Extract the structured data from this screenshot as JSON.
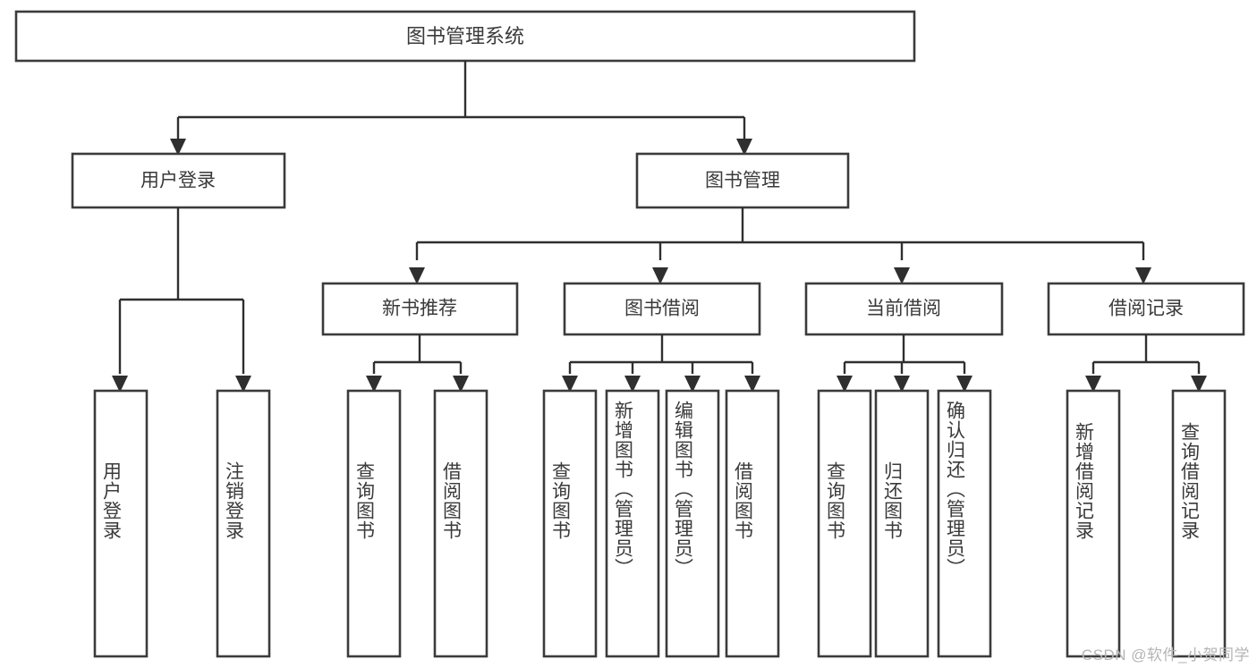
{
  "diagram": {
    "type": "tree",
    "title": "图书管理系统",
    "watermark": "CSDN @软件_小贺同学",
    "colors": {
      "box_stroke": "#3b3b3b",
      "connector": "#2f2f2f",
      "text": "#3a3a3a",
      "background": "#ffffff",
      "watermark": "#b4b4b4"
    },
    "levels": {
      "root": {
        "label": "图书管理系统"
      },
      "level2": [
        {
          "label": "用户登录"
        },
        {
          "label": "图书管理"
        }
      ],
      "level3": [
        {
          "label": "新书推荐"
        },
        {
          "label": "图书借阅"
        },
        {
          "label": "当前借阅"
        },
        {
          "label": "借阅记录"
        }
      ],
      "leaves": {
        "user_login": [
          {
            "label": "用户登录"
          },
          {
            "label": "注销登录"
          }
        ],
        "new_book_recommend": [
          {
            "label": "查询图书"
          },
          {
            "label": "借阅图书"
          }
        ],
        "book_borrow": [
          {
            "label": "查询图书"
          },
          {
            "label": "新增图书（管理员）"
          },
          {
            "label": "编辑图书（管理员）"
          },
          {
            "label": "借阅图书"
          }
        ],
        "current_borrow": [
          {
            "label": "查询图书"
          },
          {
            "label": "归还图书"
          },
          {
            "label": "确认归还（管理员）"
          }
        ],
        "borrow_record": [
          {
            "label": "新增借阅记录"
          },
          {
            "label": "查询借阅记录"
          }
        ]
      }
    }
  }
}
